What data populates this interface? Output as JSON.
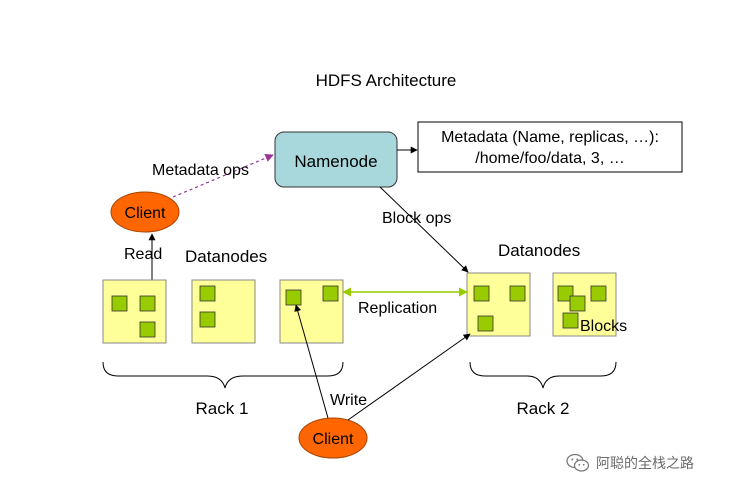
{
  "diagram": {
    "title": "HDFS Architecture",
    "namenode": "Namenode",
    "metadata_box": {
      "line1": "Metadata (Name, replicas, …):",
      "line2": "/home/foo/data, 3, …"
    },
    "labels": {
      "metadata_ops": "Metadata ops",
      "block_ops": "Block ops",
      "read": "Read",
      "write": "Write",
      "replication": "Replication",
      "blocks": "Blocks",
      "datanodes_left": "Datanodes",
      "datanodes_right": "Datanodes",
      "rack1": "Rack 1",
      "rack2": "Rack 2"
    },
    "clients": [
      "Client",
      "Client"
    ]
  },
  "watermark": {
    "text": "阿聪的全栈之路",
    "icon": "wechat-icon"
  },
  "colors": {
    "namenode_fill": "#a8d8dc",
    "datanode_fill": "#ffff99",
    "block_fill": "#99cc00",
    "client_fill": "#ff6600",
    "replication_line": "#99cc00",
    "metadata_ops_line": "#993399"
  }
}
